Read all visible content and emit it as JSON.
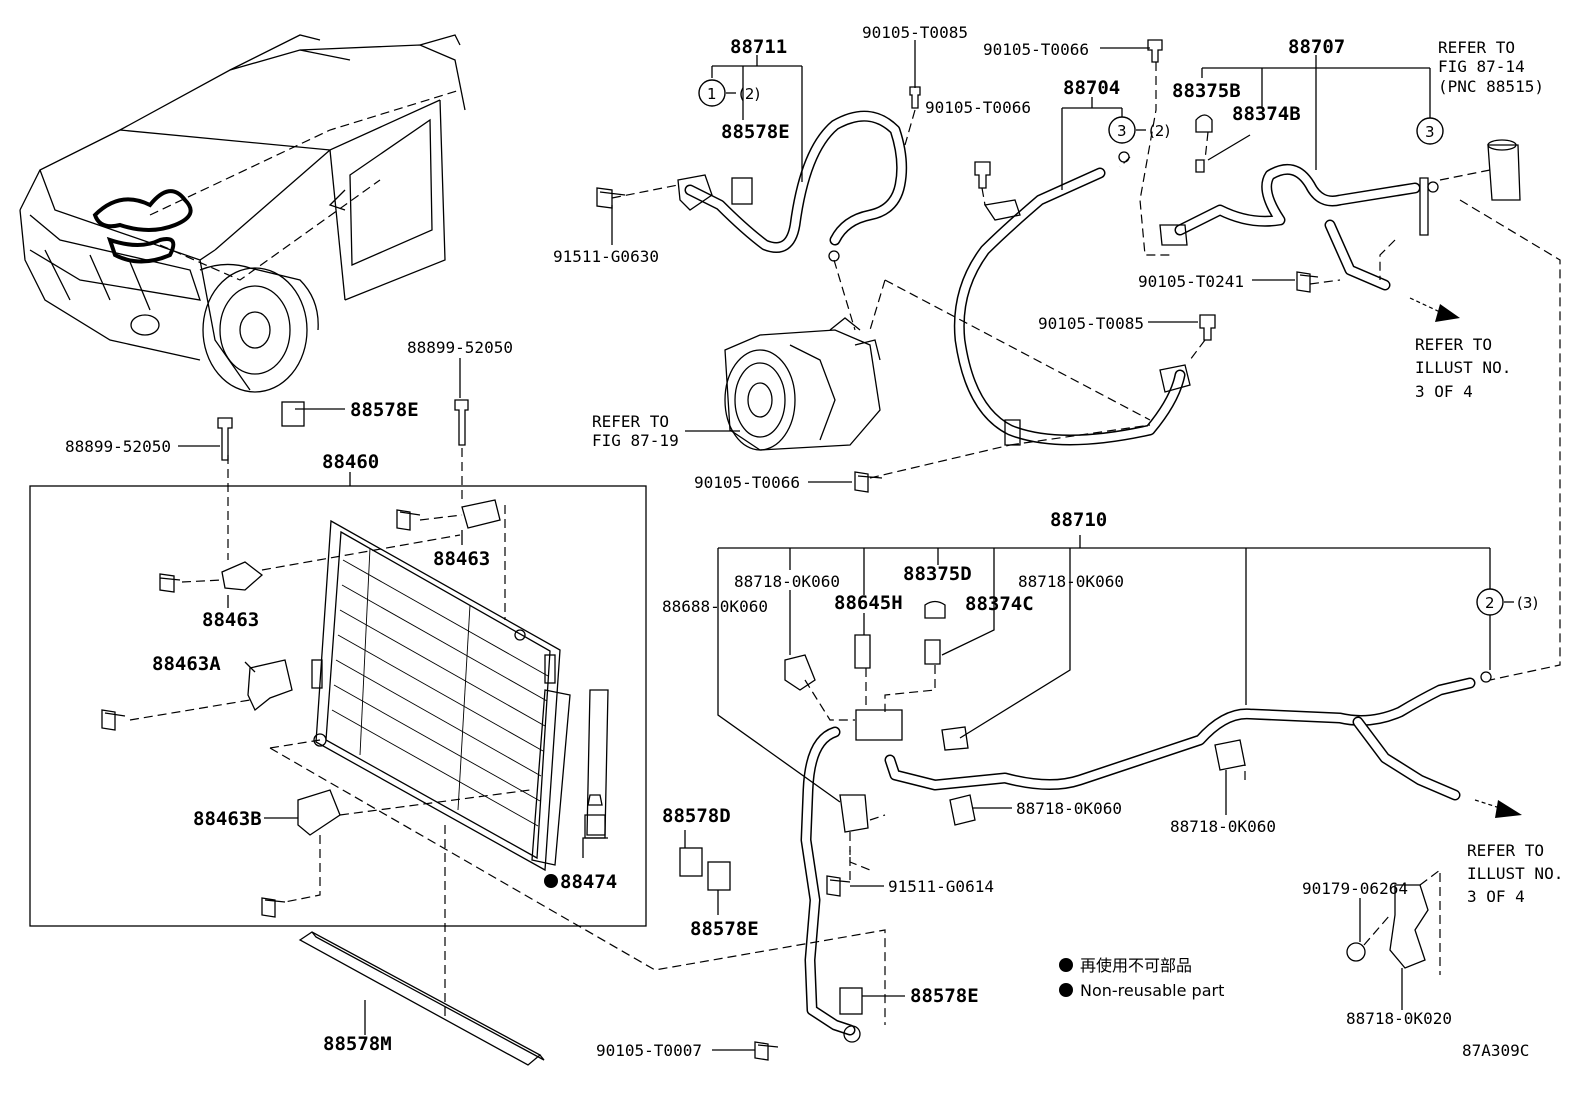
{
  "diagram": {
    "parts": {
      "p88711": "88711",
      "p90105_T0085_top": "90105-T0085",
      "p90105_T0066_top": "90105-T0066",
      "p88707": "88707",
      "refer_fig_87_14_l1": "REFER TO",
      "refer_fig_87_14_l2": "FIG 87-14",
      "refer_fig_87_14_l3": "(PNC 88515)",
      "p88578E_upper": "88578E",
      "p90105_T0066_mid": "90105-T0066",
      "p88704": "88704",
      "p88375B": "88375B",
      "p88374B": "88374B",
      "p91511_G0630": "91511-G0630",
      "p90105_T0241": "90105-T0241",
      "p90105_T0085_right": "90105-T0085",
      "refer_illust_upper_l1": "REFER TO",
      "refer_illust_upper_l2": "ILLUST NO.",
      "refer_illust_upper_l3": "3 OF 4",
      "p88899_52050_right": "88899-52050",
      "p88578E_left": "88578E",
      "p88899_52050_left": "88899-52050",
      "refer_fig_87_19_l1": "REFER TO",
      "refer_fig_87_19_l2": "FIG 87-19",
      "p88460": "88460",
      "p90105_T0066_bottom": "90105-T0066",
      "p88463_right": "88463",
      "p88463_left": "88463",
      "p88463A": "88463A",
      "p88463B": "88463B",
      "p88474": "88474",
      "p88578M": "88578M",
      "p88710": "88710",
      "p88718_0K060_a": "88718-0K060",
      "p88375D": "88375D",
      "p88718_0K060_b": "88718-0K060",
      "p88688_0K060": "88688-0K060",
      "p88645H": "88645H",
      "p88374C": "88374C",
      "p88578D": "88578D",
      "p88578E_bottom": "88578E",
      "p91511_G0614": "91511-G0614",
      "p88718_0K060_c": "88718-0K060",
      "p88718_0K060_d": "88718-0K060",
      "p88578E_lower": "88578E",
      "p90105_T0007": "90105-T0007",
      "p90179_06264": "90179-06264",
      "p88718_0K020": "88718-0K020",
      "refer_illust_lower_l1": "REFER TO",
      "refer_illust_lower_l2": "ILLUST NO.",
      "refer_illust_lower_l3": "3 OF 4",
      "figure_code": "87A309C"
    },
    "callouts": {
      "c1": "1",
      "c1_qty": "(2)",
      "c3a": "3",
      "c3a_qty": "(2)",
      "c3b": "3",
      "c2": "2",
      "c2_qty": "(3)"
    },
    "legend": {
      "line1": "再使用不可部品",
      "line2": "Non-reusable part"
    }
  }
}
